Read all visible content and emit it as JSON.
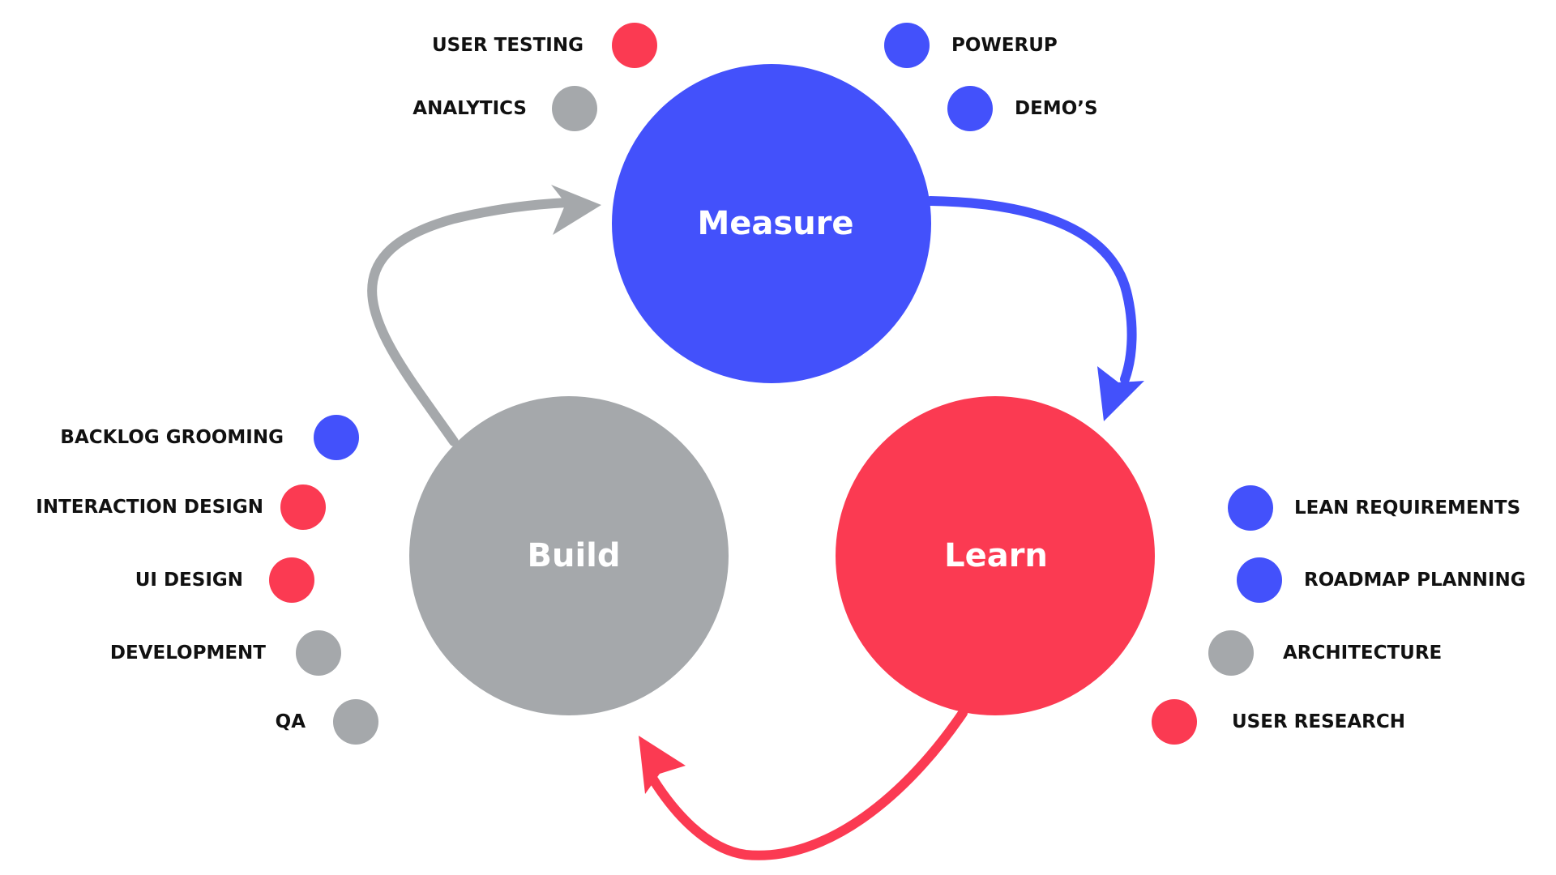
{
  "colors": {
    "blue": "#4351FB",
    "red": "#FB3A52",
    "gray": "#A5A8AB"
  },
  "nodes": {
    "measure": {
      "label": "Measure",
      "color": "#4351FB"
    },
    "learn": {
      "label": "Learn",
      "color": "#FB3A52"
    },
    "build": {
      "label": "Build",
      "color": "#A5A8AB"
    }
  },
  "measure_items": [
    {
      "label": "USER TESTING",
      "color": "#FB3A52"
    },
    {
      "label": "ANALYTICS",
      "color": "#A5A8AB"
    },
    {
      "label": "POWERUP",
      "color": "#4351FB"
    },
    {
      "label": "DEMO’S",
      "color": "#4351FB"
    }
  ],
  "build_items": [
    {
      "label": "BACKLOG GROOMING",
      "color": "#4351FB"
    },
    {
      "label": "INTERACTION DESIGN",
      "color": "#FB3A52"
    },
    {
      "label": "UI DESIGN",
      "color": "#FB3A52"
    },
    {
      "label": "DEVELOPMENT",
      "color": "#A5A8AB"
    },
    {
      "label": "QA",
      "color": "#A5A8AB"
    }
  ],
  "learn_items": [
    {
      "label": "LEAN REQUIREMENTS",
      "color": "#4351FB"
    },
    {
      "label": "ROADMAP PLANNING",
      "color": "#4351FB"
    },
    {
      "label": "ARCHITECTURE",
      "color": "#A5A8AB"
    },
    {
      "label": "USER RESEARCH",
      "color": "#FB3A52"
    }
  ]
}
